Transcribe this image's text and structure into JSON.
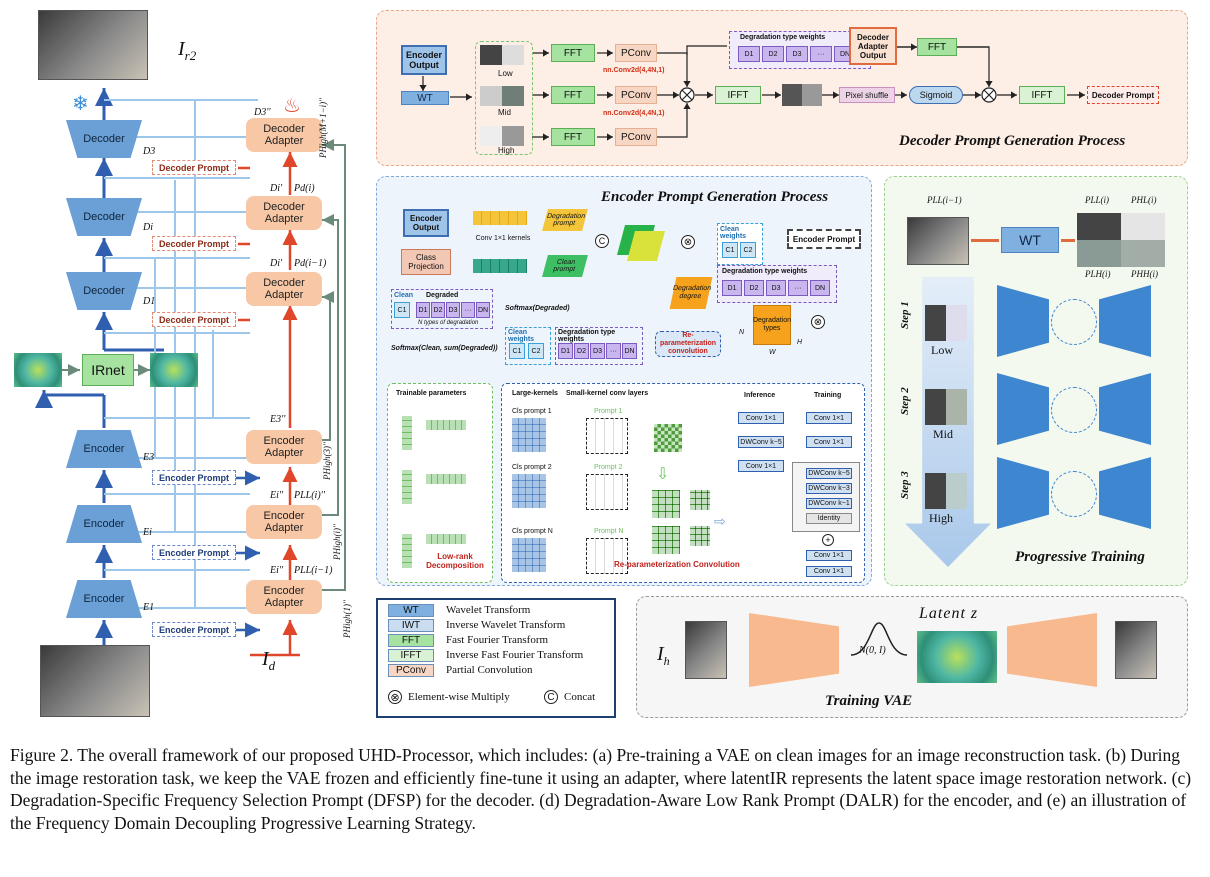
{
  "left": {
    "ir2_label": "I",
    "ir2_sub": "r2",
    "id_label": "I",
    "id_sub": "d",
    "decoder_label": "Decoder",
    "encoder_label": "Encoder",
    "adapter_label_1": "Decoder",
    "adapter_label_2": "Adapter",
    "enc_adapter_label_1": "Encoder",
    "enc_adapter_label_2": "Adapter",
    "decoder_prompt": "Decoder Prompt",
    "encoder_prompt": "Encoder Prompt",
    "irnet": "IRnet",
    "labels": {
      "d3": "D3",
      "di": "Di",
      "d1": "D1",
      "e3": "E3",
      "ei": "Ei",
      "e1": "E1",
      "d3pp": "D3''",
      "dip": "Di'",
      "dip2": "Di'",
      "e3pp": "E3''",
      "eipp": "Ei''",
      "eipp2": "Ei''",
      "pd_i": "Pd(i)",
      "pd_im1": "Pd(i−1)",
      "pll_ipp": "PLL(i)''",
      "pll_im1": "PLL(i−1)",
      "phigh_1": "PHigh(M+1−i)''",
      "phigh_2": "PHigh(3)''",
      "phigh_3": "PHigh(i)''",
      "phigh_4": "PHigh(1)''"
    }
  },
  "decoder_panel": {
    "title": "Decoder Prompt Generation Process",
    "encoder_output": "Encoder Output",
    "wt": "WT",
    "low": "Low",
    "mid": "Mid",
    "high": "High",
    "fft": "FFT",
    "pconv": "PConv",
    "conv_note": "nn.Conv2d(4,4N,1)",
    "deg_weights": "Degradation type weights",
    "d_items": [
      "D1",
      "D2",
      "D3",
      "···",
      "DN"
    ],
    "adapter_output": "Decoder Adapter Output",
    "ifft": "IFFT",
    "pixel_shuffle": "Pixel shuffle",
    "sigmoid": "Sigmoid",
    "decoder_prompt": "Decoder Prompt"
  },
  "encoder_panel": {
    "title": "Encoder Prompt Generation Process",
    "encoder_output": "Encoder Output",
    "class_projection": "Class Projection",
    "conv_kernels": "Conv 1×1 kernels",
    "degradation_prompt": "Degradation prompt",
    "clean_prompt": "Clean prompt",
    "clean_weights": "Clean weights",
    "c_items": [
      "C1",
      "C2"
    ],
    "encoder_prompt": "Encoder Prompt",
    "deg_type_weights": "Degradation type weights",
    "d_items": [
      "D1",
      "D2",
      "D3",
      "···",
      "DN"
    ],
    "degradation_degree": "Degradation degree",
    "degradation_types": "Degradation types",
    "clean": "Clean",
    "c1": "C1",
    "degraded": "Degraded",
    "n_types": "N types of degradation",
    "softmax_degraded": "Softmax(Degraded)",
    "softmax_clean": "Softmax(Clean, sum(Degraded))",
    "reparam": "Re-parameterization convolution",
    "N": "N",
    "W": "W",
    "H": "H",
    "trainable": "Trainable parameters",
    "low_rank": "Low-rank Decomposition",
    "large_kernels": "Large-kernels",
    "small_kernel": "Small-kernel conv layers",
    "cls1": "Cls prompt 1",
    "cls2": "Cls prompt 2",
    "clsN": "Cls prompt N",
    "prompt1": "Prompt 1",
    "prompt2": "Prompt 2",
    "promptN": "Prompt N",
    "inference": "Inference",
    "training": "Training",
    "conv11": "Conv 1×1",
    "dwconv": "DWConv k−5",
    "dwconv3": "DWConv k−3",
    "dwconv1": "DWConv k−1",
    "identity": "Identity",
    "reparam_conv": "Re-parameterization Convolution"
  },
  "progressive": {
    "title": "Progressive Training",
    "wt": "WT",
    "pll": "PLL(i−1)",
    "outs": [
      "PLL(i)",
      "PHL(i)",
      "PLH(i)",
      "PHH(i)"
    ],
    "steps": [
      {
        "step": "Step 1",
        "level": "Low"
      },
      {
        "step": "Step 2",
        "level": "Mid"
      },
      {
        "step": "Step 3",
        "level": "High"
      }
    ]
  },
  "legend": {
    "rows": [
      {
        "key": "WT",
        "desc": "Wavelet Transform",
        "color": "#7fb0e0"
      },
      {
        "key": "IWT",
        "desc": "Inverse Wavelet Transform",
        "color": "#c9dcf0"
      },
      {
        "key": "FFT",
        "desc": "Fast Fourier Transform",
        "color": "#a6e3a1"
      },
      {
        "key": "IFFT",
        "desc": "Inverse Fast Fourier Transform",
        "color": "#d9f2d4"
      },
      {
        "key": "PConv",
        "desc": "Partial Convolution",
        "color": "#f8d6c4"
      }
    ],
    "multiply": "Element-wise Multiply",
    "concat": "Concat"
  },
  "vae": {
    "title": "Training VAE",
    "input": "I",
    "input_sub": "h",
    "latent": "Latent  z",
    "normal": "N(0, I)"
  },
  "caption": "Figure 2. The overall framework of our proposed UHD-Processor, which includes: (a) Pre-training a VAE on clean images for an image reconstruction task. (b) During the image restoration task, we keep the VAE frozen and efficiently fine-tune it using an adapter, where latentIR represents the latent space image restoration network. (c) Degradation-Specific Frequency Selection Prompt (DFSP) for the decoder. (d) Degradation-Aware Low Rank Prompt (DALR) for the encoder, and (e) an illustration of the Frequency Domain Decoupling Progressive Learning Strategy.",
  "colors": {
    "decoder_panel_bg": "#fdeee6",
    "encoder_panel_bg": "#eef4fb",
    "progressive_bg": "#f3f9ef",
    "vae_bg": "#f6f6f6",
    "arrow_red": "#e0462a",
    "arrow_blue": "#2f5fae",
    "arrow_light": "#9cc7ea",
    "adapter": "#f7c7a6",
    "encoder_blue": "#6aa0d6"
  }
}
